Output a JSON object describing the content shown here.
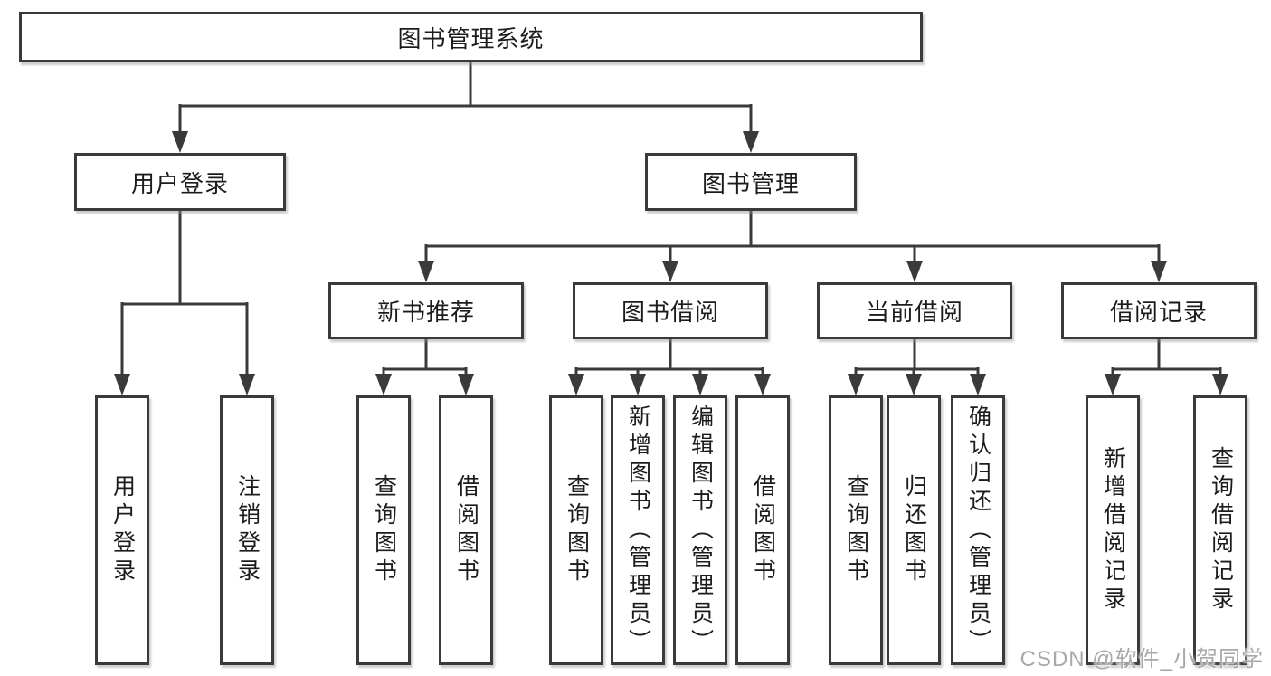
{
  "diagram": {
    "root": {
      "label": "图书管理系统"
    },
    "branches": [
      {
        "label": "用户登录",
        "children": [
          {
            "label": "用户登录"
          },
          {
            "label": "注销登录"
          }
        ]
      },
      {
        "label": "图书管理",
        "children": [
          {
            "label": "新书推荐",
            "children": [
              {
                "label": "查询图书"
              },
              {
                "label": "借阅图书"
              }
            ]
          },
          {
            "label": "图书借阅",
            "children": [
              {
                "label": "查询图书"
              },
              {
                "label": "新增图书（管理员）"
              },
              {
                "label": "编辑图书（管理员）"
              },
              {
                "label": "借阅图书"
              }
            ]
          },
          {
            "label": "当前借阅",
            "children": [
              {
                "label": "查询图书"
              },
              {
                "label": "归还图书"
              },
              {
                "label": "确认归还（管理员）"
              }
            ]
          },
          {
            "label": "借阅记录",
            "children": [
              {
                "label": "新增借阅记录"
              },
              {
                "label": "查询借阅记录"
              }
            ]
          }
        ]
      }
    ]
  },
  "watermark": {
    "text": "CSDN @软件_小贺同学"
  },
  "colors": {
    "line": "#3a3a3a",
    "ink": "#1c1c1c",
    "watermark": "#a8a8a8",
    "bg": "#ffffff"
  }
}
